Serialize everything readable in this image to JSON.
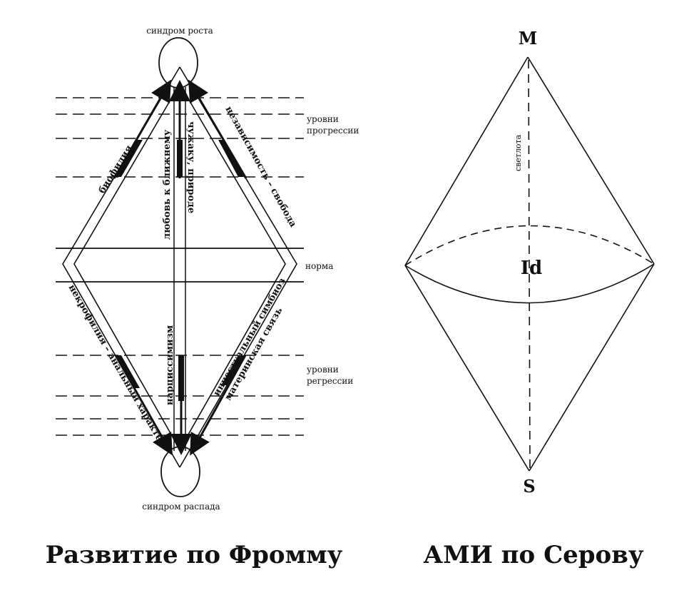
{
  "left_diagram": {
    "top_label": "синдром роста",
    "bottom_label": "синдром распада",
    "progress_levels_label": [
      "уровни",
      "прогрессии"
    ],
    "norm_label": "норма",
    "regress_levels_label": [
      "уровни",
      "регрессии"
    ],
    "upper_left_arm": "биофилия",
    "upper_center_line1": "любовь к ближнему",
    "upper_center_line2": "чужаку, природе",
    "upper_right_arm": "независимость – свобода",
    "lower_left_arm": "некрофилия – анальный характер",
    "lower_center": "нарциссимизм",
    "lower_right_line1": "инцестуальный симбиоз",
    "lower_right_line2": "материнская связь",
    "caption": "Развитие по Фромму"
  },
  "right_diagram": {
    "top_letter": "M",
    "bottom_letter": "S",
    "center_label": "Id",
    "axis_label": "светлота",
    "caption": "АМИ по Серову"
  }
}
